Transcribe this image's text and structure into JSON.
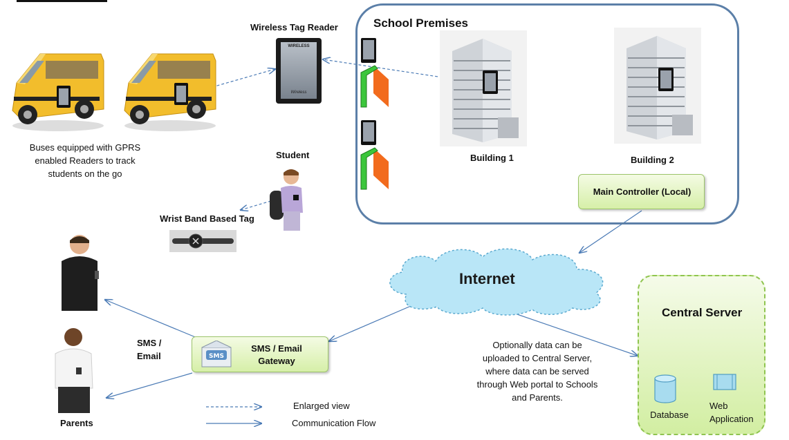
{
  "labels": {
    "wireless_tag_reader": "Wireless Tag Reader",
    "school_premises": "School Premises",
    "buses_caption": "Buses  equipped  with GPRS enabled Readers to track students on the go",
    "student": "Student",
    "wrist_band_tag": "Wrist Band Based Tag",
    "building_1": "Building 1",
    "building_2": "Building 2",
    "main_controller": "Main Controller (Local)",
    "internet": "Internet",
    "central_server": "Central Server",
    "sms_email_short": "SMS / Email",
    "sms_email_gateway": "SMS / Email Gateway",
    "envelope_badge": "SMS",
    "optional_note": "Optionally data can be uploaded to Central Server, where data can be served through Web portal to Schools and Parents.",
    "database": "Database",
    "web_application": "Web Application",
    "parents": "Parents"
  },
  "legend": {
    "enlarged_view": "Enlarged view",
    "communication_flow": "Communication Flow"
  },
  "device_screen": {
    "brand": "WIRELESS",
    "footer": "Wireless"
  },
  "colors": {
    "premises_border": "#5b7fa8",
    "arrow": "#4a7ab5",
    "cloud_fill": "#b9e6f7",
    "green_box": "#d6efa8",
    "server_border": "#8fc44f",
    "bus_yellow": "#f2bd2c",
    "gate_green": "#3cc63c",
    "gate_orange": "#f26b1d"
  },
  "icons": [
    "bus-icon",
    "tag-reader-icon",
    "building-icon",
    "gate-icon",
    "student-icon",
    "wrist-band-icon",
    "parent-icon",
    "envelope-icon",
    "database-icon",
    "web-app-icon",
    "cloud-icon"
  ]
}
